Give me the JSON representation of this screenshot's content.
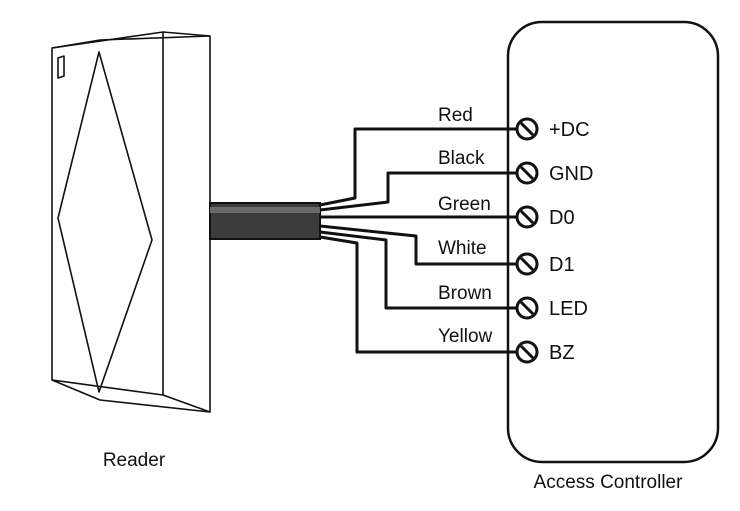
{
  "reader": {
    "caption": "Reader"
  },
  "controller": {
    "caption": "Access Controller"
  },
  "connections": [
    {
      "wire": "Red",
      "terminal": "+DC"
    },
    {
      "wire": "Black",
      "terminal": "GND"
    },
    {
      "wire": "Green",
      "terminal": "D0"
    },
    {
      "wire": "White",
      "terminal": "D1"
    },
    {
      "wire": "Brown",
      "terminal": "LED"
    },
    {
      "wire": "Yellow",
      "terminal": "BZ"
    }
  ]
}
